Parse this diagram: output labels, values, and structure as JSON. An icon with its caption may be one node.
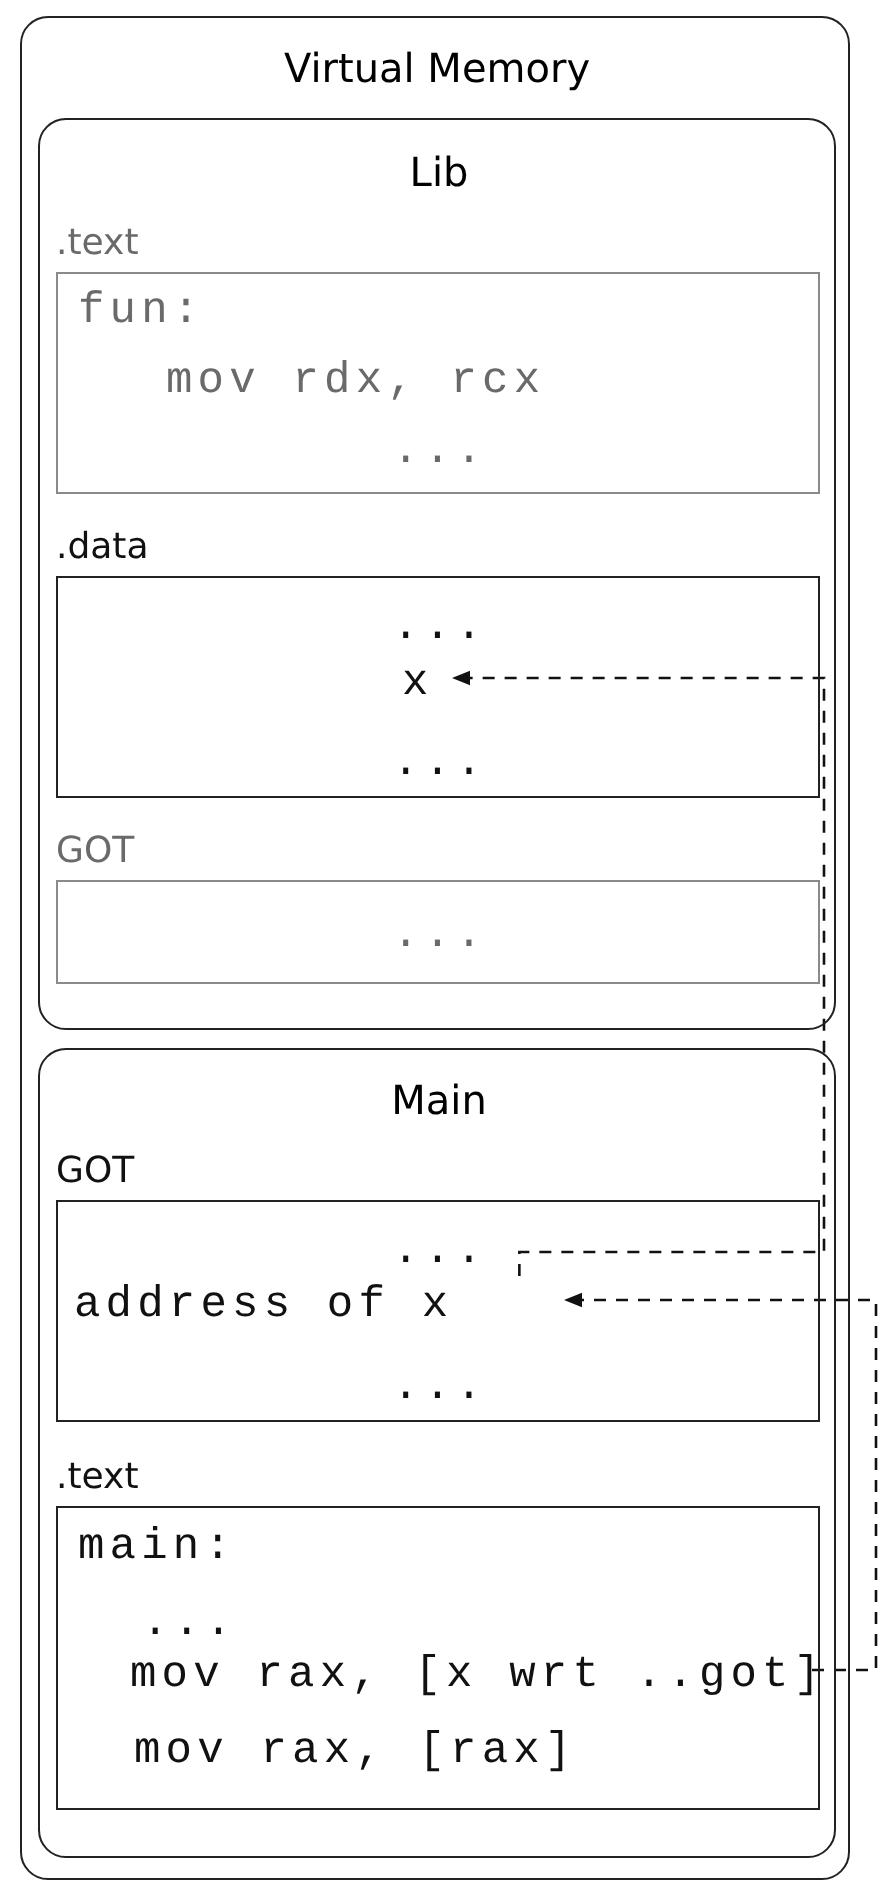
{
  "diagram": {
    "nodes": [
      {
        "text": [
          "Virtual Memory"
        ]
      },
      {
        "text": [
          "Lib"
        ],
        "in": 0
      },
      {
        "text": [
          ".text",
          "fun:",
          "mov rdx, rcx",
          "..."
        ],
        "in": 1
      },
      {
        "text": [
          ".data",
          "...",
          "..."
        ],
        "in": 1
      },
      {
        "text": [
          "x"
        ],
        "in": 3
      },
      {
        "text": [
          "GOT",
          "..."
        ],
        "in": 1
      },
      {
        "text": [
          "Main"
        ],
        "in": 0
      },
      {
        "text": [
          "GOT",
          "...",
          "..."
        ],
        "in": 6
      },
      {
        "text": [
          "address of x"
        ],
        "in": 7
      },
      {
        "text": [
          ".text",
          "main:",
          "...",
          "mov rax, [rax]"
        ],
        "in": 6
      },
      {
        "text": [
          "mov rax, [x wrt ..got]"
        ],
        "in": 9
      }
    ],
    "edges": [
      {
        "from": 10,
        "to": 8,
        "arrow": "to",
        "style": "dashed"
      },
      {
        "from": 8,
        "to": 4,
        "arrow": "to",
        "style": "dashed"
      }
    ]
  }
}
